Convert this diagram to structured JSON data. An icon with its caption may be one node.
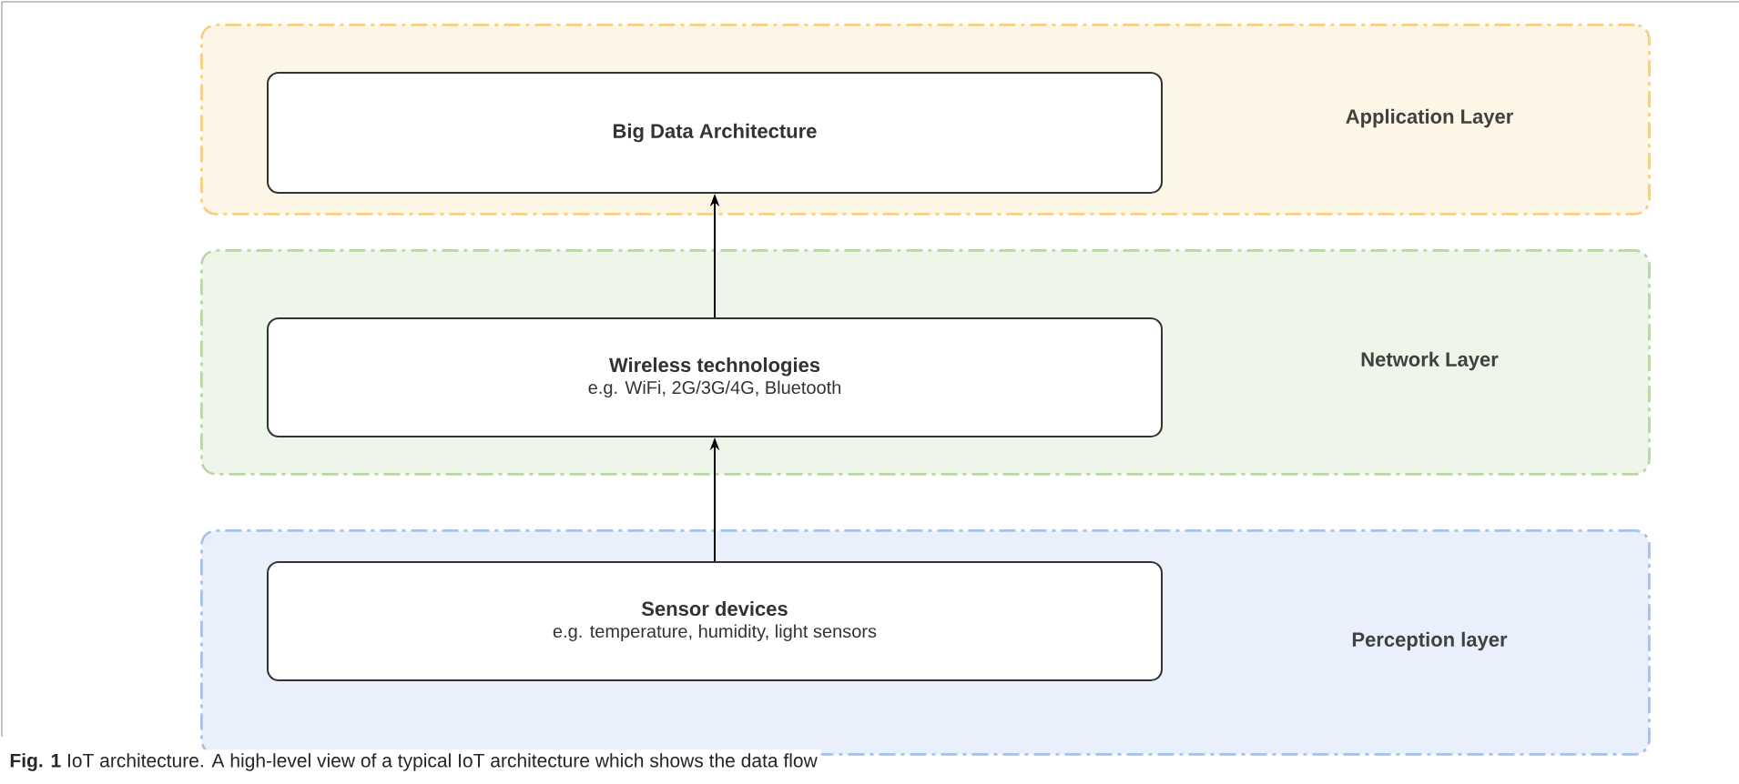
{
  "diagram": {
    "caption": "**Fig. 1** IoT architecture. A high-level view of a typical IoT architecture which shows the data flow",
    "nodes": [
      {
        "text": [
          "Application Layer"
        ]
      },
      {
        "text": [
          "Big Data Architecture"
        ],
        "in": 0
      },
      {
        "text": [
          "Network Layer"
        ]
      },
      {
        "text": [
          "Wireless technologies",
          "e.g. WiFi, 2G/3G/4G, Bluetooth"
        ],
        "in": 2
      },
      {
        "text": [
          "Perception layer"
        ]
      },
      {
        "text": [
          "Sensor devices",
          "e.g. temperature, humidity, light sensors"
        ],
        "in": 4
      }
    ],
    "edges": [
      {
        "from": 5,
        "to": 3,
        "arrow": "to"
      },
      {
        "from": 3,
        "to": 1,
        "arrow": "to"
      }
    ]
  }
}
